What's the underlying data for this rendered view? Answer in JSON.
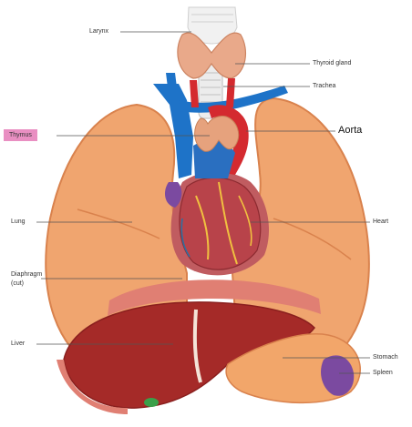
{
  "labels": {
    "larynx": "Larynx",
    "thyroid": "Thyroid gland",
    "trachea": "Trachea",
    "thymus": "Thymus",
    "aorta": "Aorta",
    "lung": "Lung",
    "heart": "Heart",
    "diaphragm_1": "Diaphragm",
    "diaphragm_2": "(cut)",
    "liver": "Liver",
    "stomach": "Stomach",
    "spleen": "Spleen"
  },
  "colors": {
    "lung": "#f0a56f",
    "lung_edge": "#d9824d",
    "heart": "#b8434a",
    "liver": "#a52a28",
    "stomach": "#f2a66a",
    "spleen": "#7b4aa0",
    "thyroid": "#e9a98a",
    "thymus": "#e6a27d",
    "vessel_blue": "#1e73c8",
    "vessel_red": "#d42a2f",
    "diaphragm": "#e07f73",
    "highlight": "#e98fc2"
  }
}
